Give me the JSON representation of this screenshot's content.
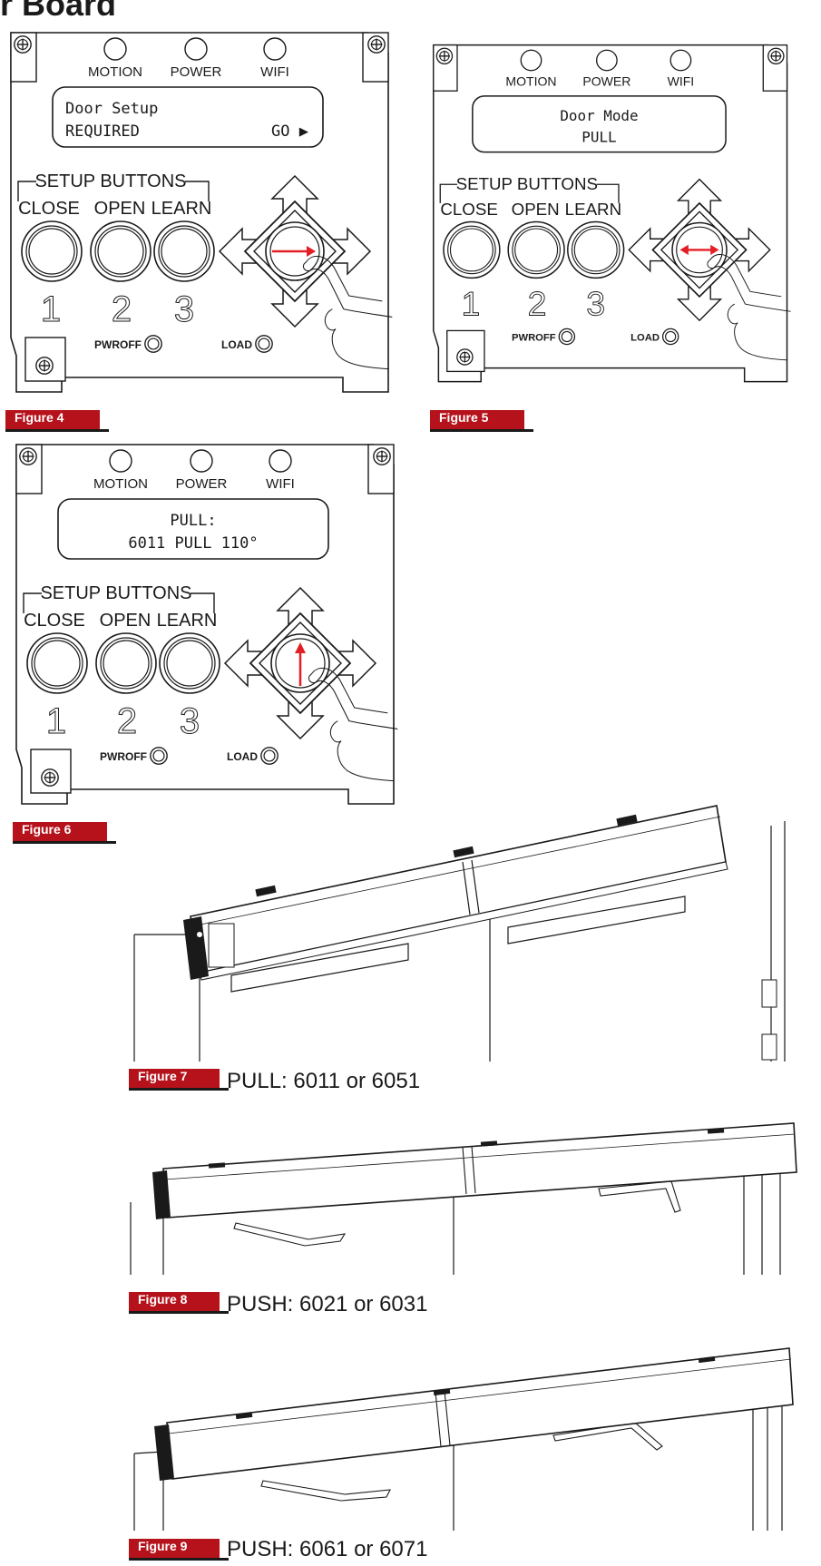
{
  "header": {
    "title_fragment": "r Board"
  },
  "board_labels": {
    "motion": "MOTION",
    "power": "POWER",
    "wifi": "WIFI",
    "setup_buttons": "SETUP BUTTONS",
    "close": "CLOSE",
    "open": "OPEN",
    "learn": "LEARN",
    "num1": "1",
    "num2": "2",
    "num3": "3",
    "pwroff": "PWROFF",
    "load": "LOAD"
  },
  "figures": {
    "fig4": {
      "label": "Figure 4",
      "lcd_line1": "Door Setup",
      "lcd_line2": "REQUIRED",
      "lcd_go": "GO ▶",
      "arrow": "right"
    },
    "fig5": {
      "label": "Figure 5",
      "lcd_line1": "Door Mode",
      "lcd_line2": "PULL",
      "arrow": "left-right"
    },
    "fig6": {
      "label": "Figure 6",
      "lcd_line1": "PULL:",
      "lcd_line2": "6011 PULL 110°",
      "arrow": "up"
    },
    "fig7": {
      "label": "Figure 7",
      "caption": "PULL: 6011 or 6051"
    },
    "fig8": {
      "label": "Figure 8",
      "caption": "PUSH: 6021 or 6031"
    },
    "fig9": {
      "label": "Figure 9",
      "caption": "PUSH: 6061 or 6071"
    }
  },
  "colors": {
    "accent": "#b5121b",
    "line": "#1a1a1a",
    "arrow": "#e31e24"
  }
}
